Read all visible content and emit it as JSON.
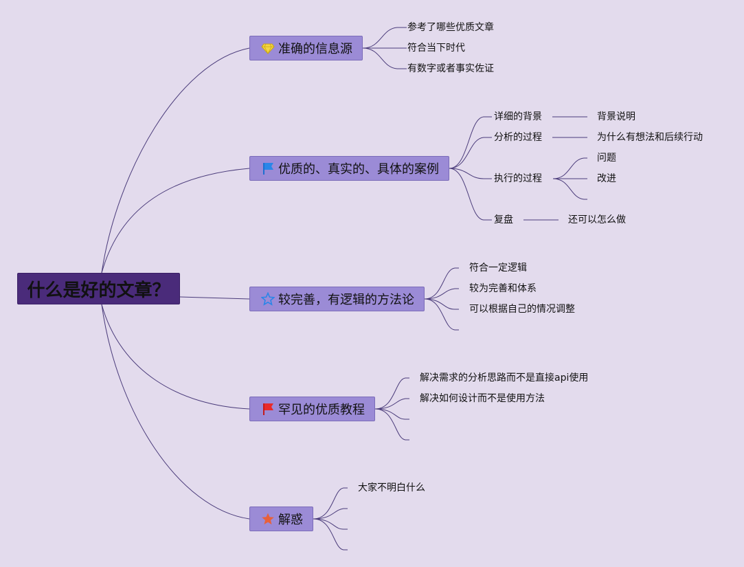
{
  "root": {
    "label": "什么是好的文章？"
  },
  "branches": [
    {
      "label": "准确的信息源",
      "icon": "diamond-icon",
      "children": [
        "参考了哪些优质文章",
        "符合当下时代",
        "有数字或者事实佐证"
      ]
    },
    {
      "label": "优质的、真实的、具体的案例",
      "icon": "blue-flag-icon",
      "children": [
        {
          "label": "详细的背景",
          "children": [
            "背景说明"
          ]
        },
        {
          "label": "分析的过程",
          "children": [
            "为什么有想法和后续行动"
          ]
        },
        {
          "label": "执行的过程",
          "children": [
            "问题",
            "改进",
            ""
          ]
        },
        {
          "label": "复盘",
          "children": [
            "还可以怎么做"
          ]
        }
      ]
    },
    {
      "label": "较完善，有逻辑的方法论",
      "icon": "star-outline-icon",
      "children": [
        "符合一定逻辑",
        "较为完善和体系",
        "可以根据自己的情况调整",
        ""
      ]
    },
    {
      "label": "罕见的优质教程",
      "icon": "red-flag-icon",
      "children": [
        "解决需求的分析思路而不是直接api使用",
        "解决如何设计而不是使用方法",
        "",
        ""
      ]
    },
    {
      "label": "解惑",
      "icon": "orange-star-icon",
      "children": [
        "大家不明白什么",
        "",
        "",
        ""
      ]
    }
  ],
  "colors": {
    "background": "#e3dbed",
    "root": "#4a2b7a",
    "branch": "#9b8bd6",
    "line": "#4a3b7a"
  }
}
